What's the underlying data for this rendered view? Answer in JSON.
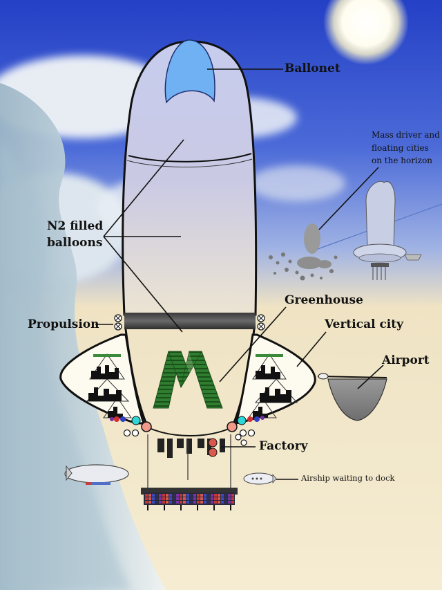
{
  "labels": {
    "ballonet": "Ballonet",
    "mass_driver_line1": "Mass driver and",
    "mass_driver_line2": "floating cities",
    "mass_driver_line3": "on the horizon",
    "n2_line1": "N2 filled",
    "n2_line2": "balloons",
    "greenhouse": "Greenhouse",
    "propulsion": "Propulsion",
    "vertical_city": "Vertical city",
    "airport": "Airport",
    "factory": "Factory",
    "airship_waiting": "Airship waiting to dock"
  },
  "colors": {
    "sky_top": "#2a46c8",
    "sky_mid": "#7f9be0",
    "horizon": "#f2e6c4",
    "ballonet": "#6fb1f2",
    "greenhouse": "#2f7d2f",
    "airport_dish": "#8c8c8c",
    "joint": "#f09a8a",
    "factory_node": "#d8584d"
  },
  "icons": [
    "sun-icon",
    "cloud-icon",
    "airship-icon",
    "floating-city-icon",
    "skyline-icon"
  ]
}
